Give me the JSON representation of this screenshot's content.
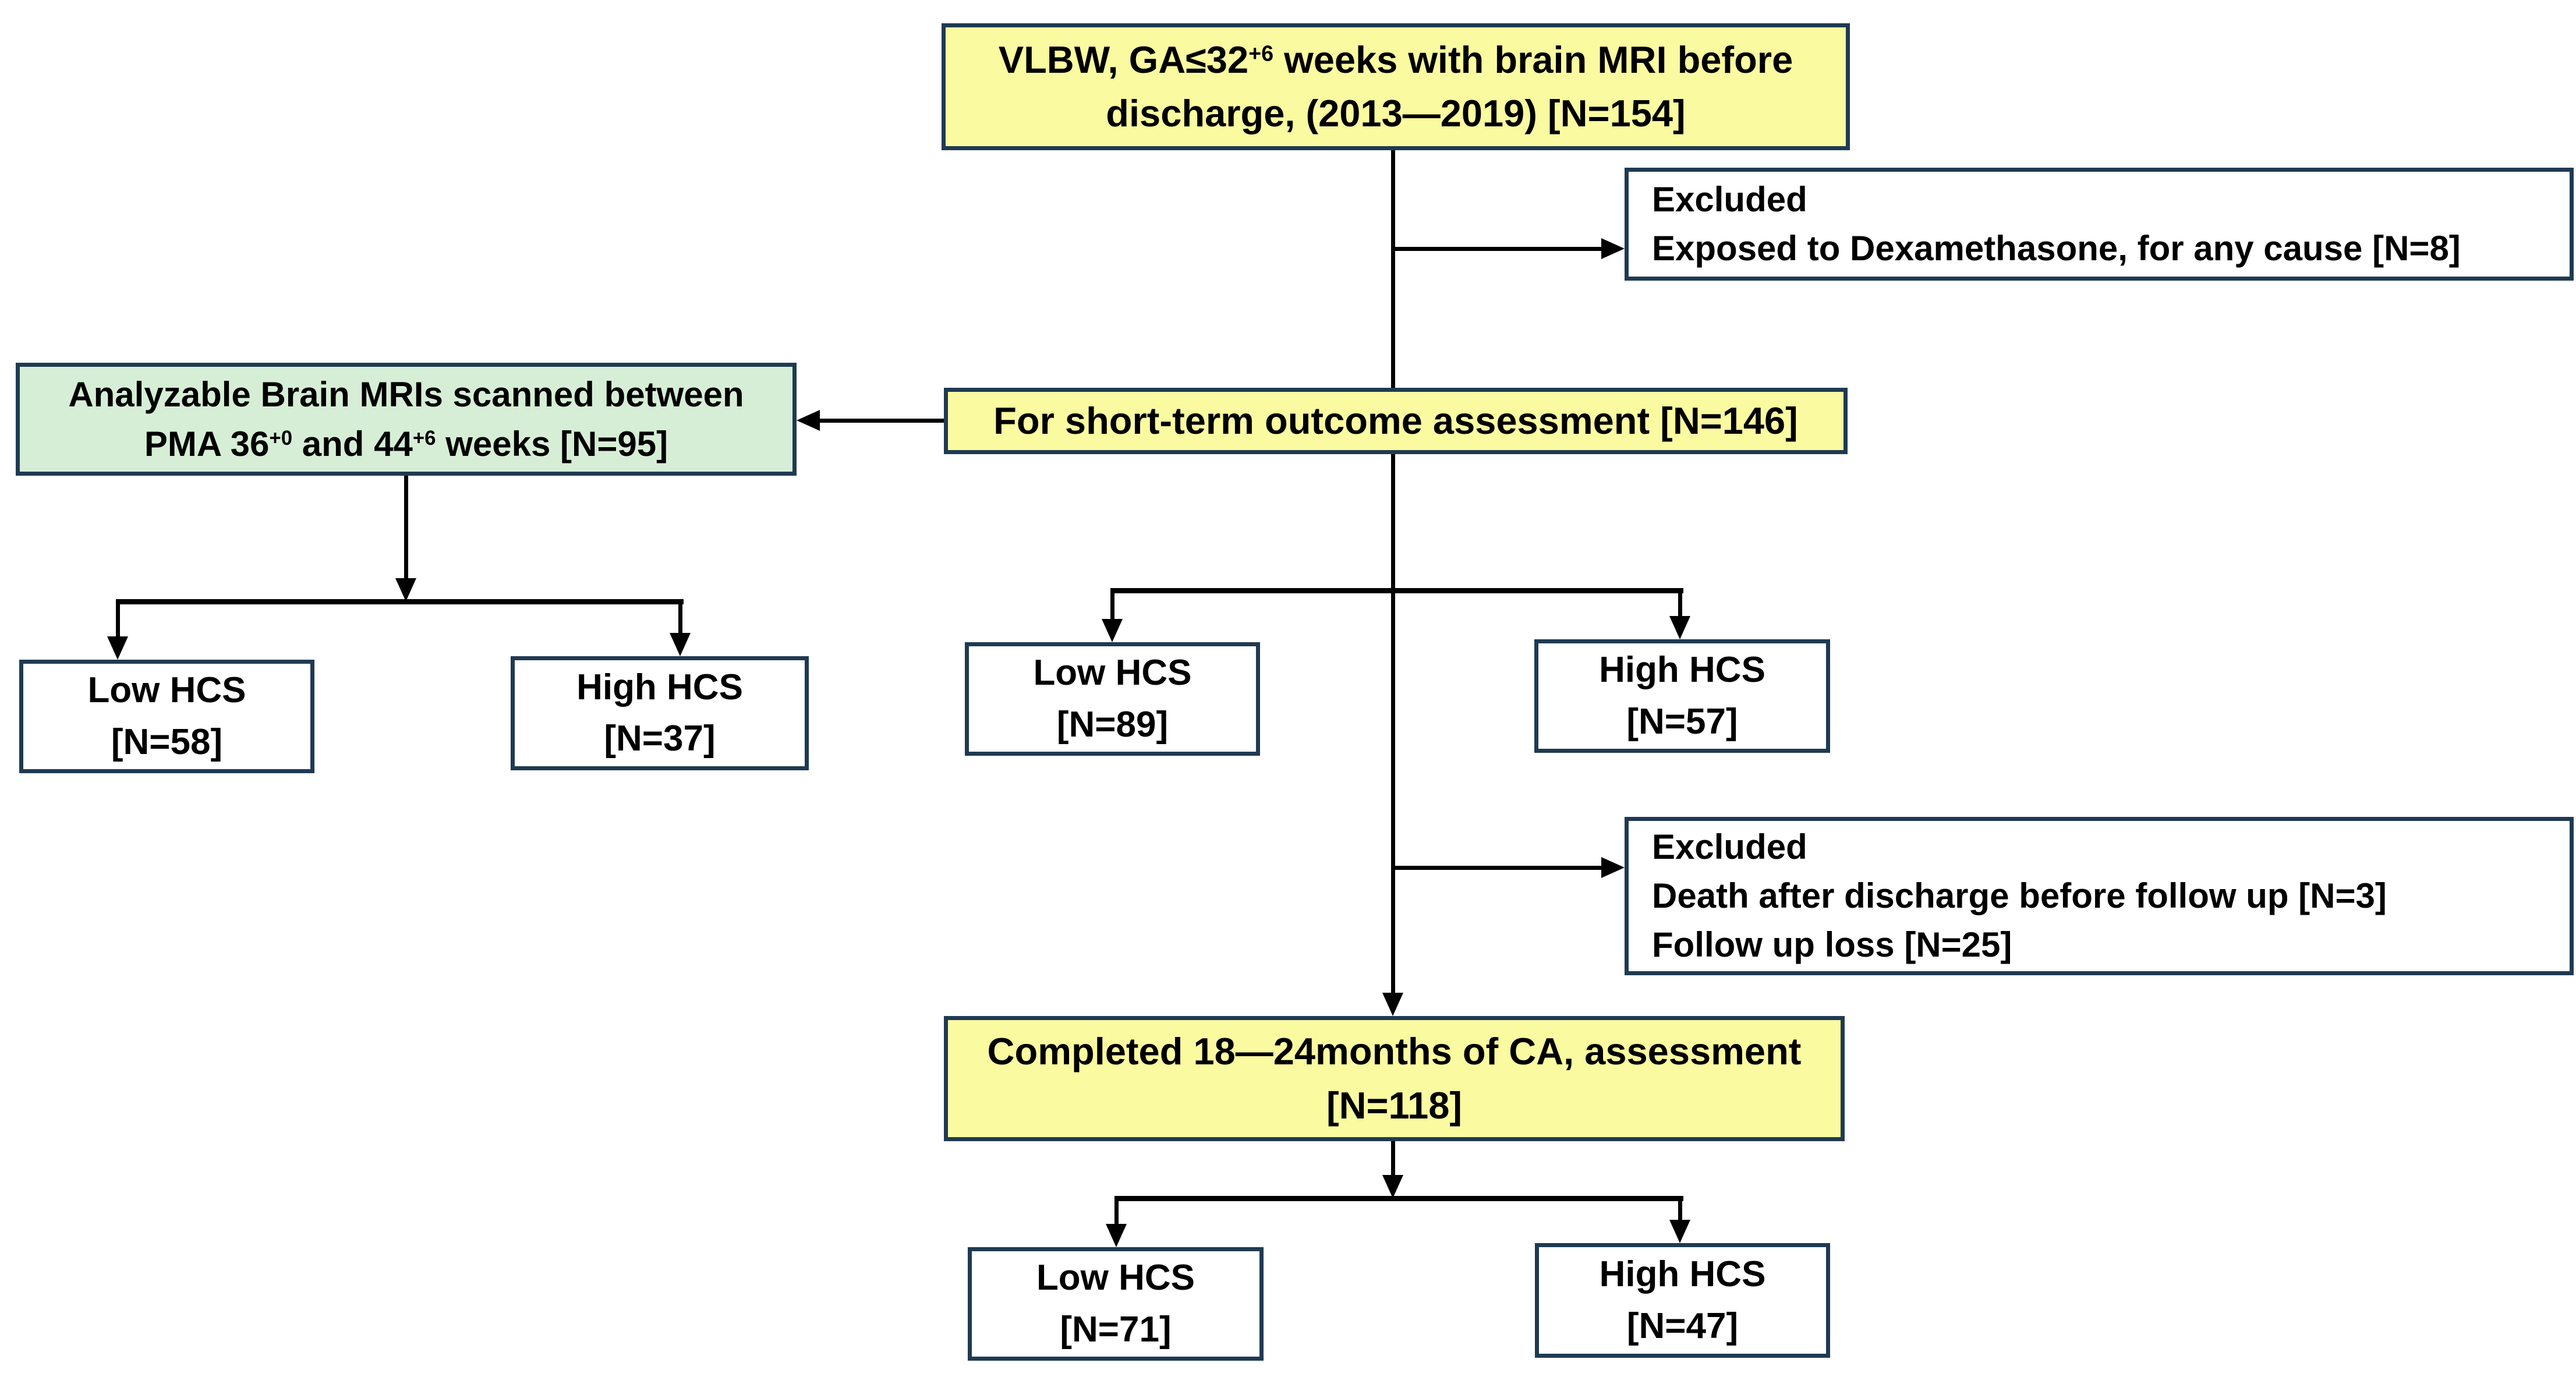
{
  "diagram_type": "study-flow-diagram",
  "colors": {
    "primary_box_fill": "#FAFAA0",
    "secondary_box_fill": "#D6EED6",
    "plain_box_fill": "#FFFFFF",
    "box_border": "#1F3A52",
    "connector": "#000000",
    "background": "#FFFFFF",
    "text": "#000000"
  },
  "nodes": {
    "eligible": {
      "line1_pre": "VLBW, GA≤32",
      "line1_sup": "+6",
      "line1_post": " weeks with brain MRI before",
      "line2": "discharge, (2013—2019) [N=154]"
    },
    "excluded_dexa": {
      "title": "Excluded",
      "line2": "Exposed to Dexamethasone, for any cause [N=8]"
    },
    "analyzable_mri": {
      "line1": "Analyzable Brain MRIs scanned between",
      "line2_pre": "PMA 36",
      "line2_sup1": "+0",
      "line2_mid": " and 44",
      "line2_sup2": "+6",
      "line2_post": " weeks [N=95]"
    },
    "short_term": {
      "label": "For short-term outcome assessment [N=146]"
    },
    "mri_low": {
      "line1": "Low HCS",
      "line2": "[N=58]"
    },
    "mri_high": {
      "line1": "High HCS",
      "line2": "[N=37]"
    },
    "short_low": {
      "line1": "Low HCS",
      "line2": "[N=89]"
    },
    "short_high": {
      "line1": "High HCS",
      "line2": "[N=57]"
    },
    "excluded_followup": {
      "title": "Excluded",
      "line2": "Death after discharge before follow up [N=3]",
      "line3": "Follow up loss [N=25]"
    },
    "completed": {
      "line1": "Completed 18—24months of CA, assessment",
      "line2": "[N=118]"
    },
    "completed_low": {
      "line1": "Low HCS",
      "line2": "[N=71]"
    },
    "completed_high": {
      "line1": "High HCS",
      "line2": "[N=47]"
    }
  }
}
